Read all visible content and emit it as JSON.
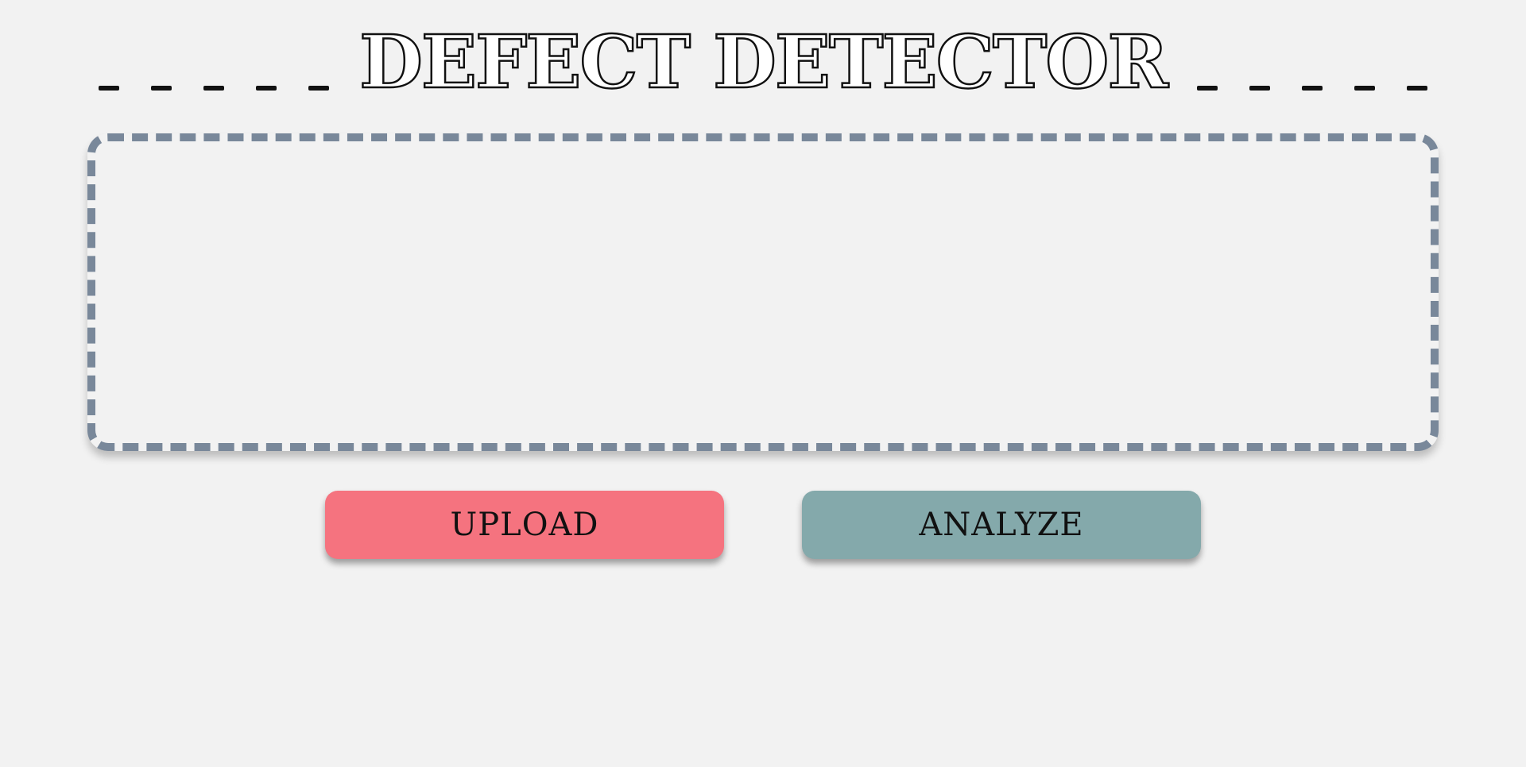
{
  "header": {
    "title": "DEFECT DETECTOR",
    "decoration_dash_count": 5
  },
  "dropzone": {
    "border_color": "#79889a"
  },
  "actions": {
    "upload_label": "UPLOAD",
    "upload_color": "#f5737f",
    "analyze_label": "ANALYZE",
    "analyze_color": "#84a9ab"
  },
  "theme": {
    "background": "#f2f2f2"
  }
}
